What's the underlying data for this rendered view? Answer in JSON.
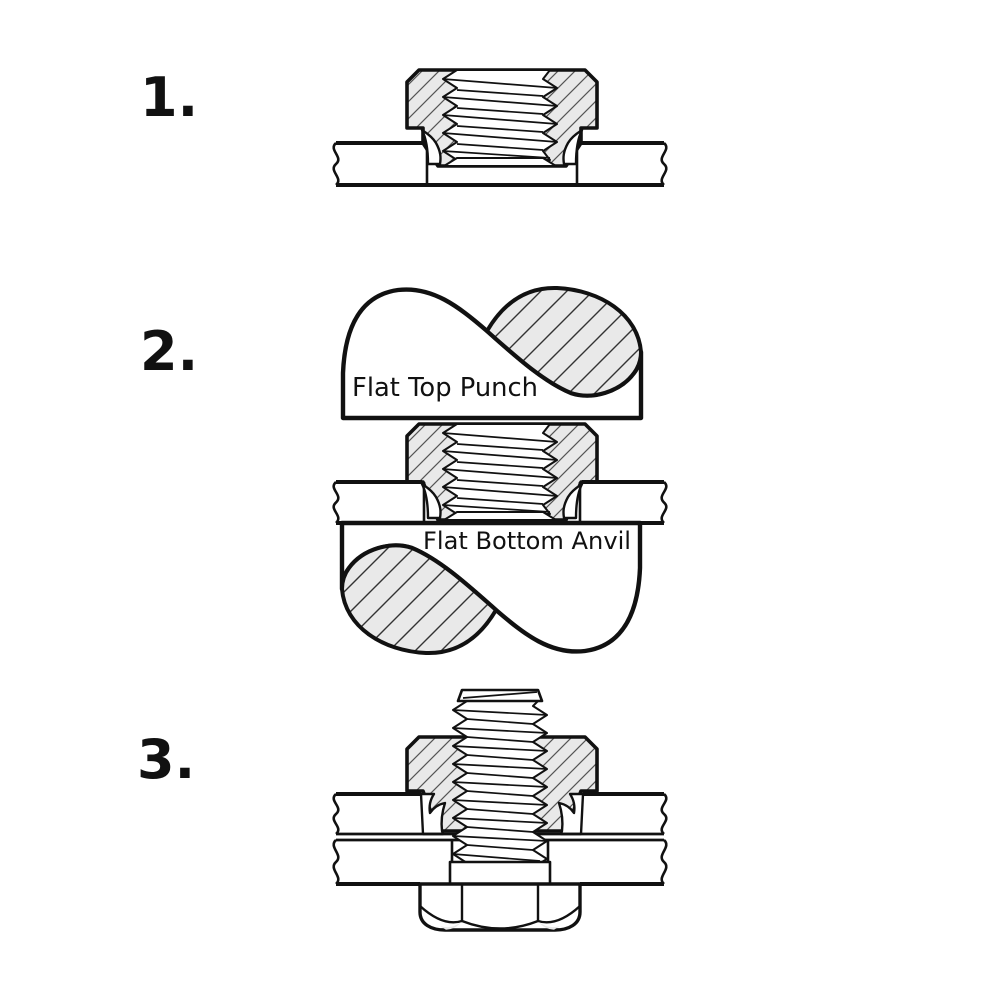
{
  "steps": [
    {
      "number": "1."
    },
    {
      "number": "2.",
      "punch_label": "Flat Top Punch",
      "anvil_label": "Flat Bottom Anvil"
    },
    {
      "number": "3."
    }
  ],
  "colors": {
    "background": "#ffffff",
    "line": "#111111",
    "hatch_fill": "#e9e9e9",
    "hatch_line": "#555555",
    "tool_hatch_line": "#333333"
  },
  "parts": {
    "nut": "clinch-nut-cross-section",
    "sheet": "sheet-metal-cross-section",
    "punch": "flat-top-punch",
    "anvil": "flat-bottom-anvil",
    "screw": "hex-head-screw"
  }
}
